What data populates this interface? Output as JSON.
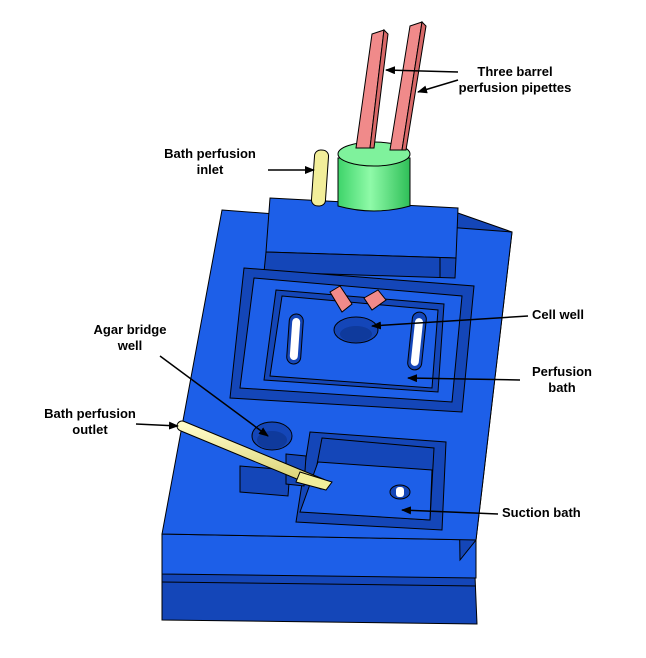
{
  "labels": {
    "three_barrel_line1": "Three barrel",
    "three_barrel_line2": "perfusion pipettes",
    "bath_inlet_line1": "Bath perfusion",
    "bath_inlet_line2": "inlet",
    "cell_well": "Cell well",
    "agar_line1": "Agar bridge",
    "agar_line2": "well",
    "perfusion_bath_line1": "Perfusion",
    "perfusion_bath_line2": "bath",
    "bath_outlet_line1": "Bath perfusion",
    "bath_outlet_line2": "outlet",
    "suction_bath": "Suction bath"
  },
  "colors": {
    "chamber_body": "#1d5fe8",
    "chamber_dark": "#1446b8",
    "pipette": "#f08a8a",
    "holder": "#66ee88",
    "tube": "#f2ee9a"
  }
}
